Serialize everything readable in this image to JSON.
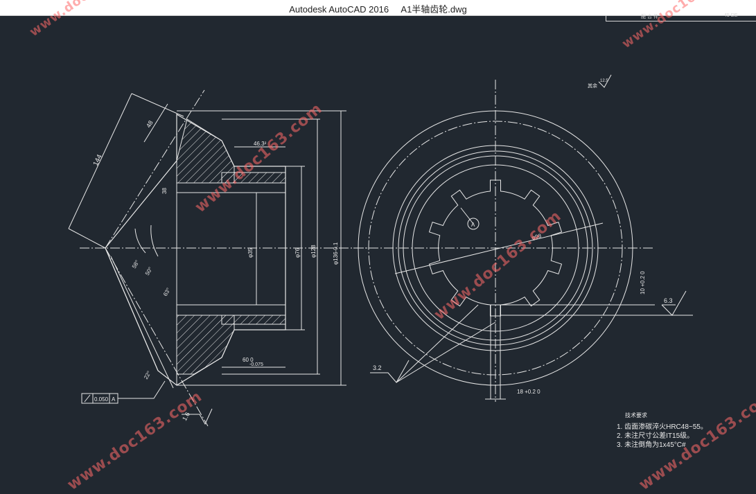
{
  "window": {
    "title": "Autodesk AutoCAD 2016     A1半轴齿轮.dwg"
  },
  "colors": {
    "background": "#212830",
    "lines": "#e8e8e8",
    "watermark": "#ff6a6a"
  },
  "titleblock": {
    "left": "配 合 件",
    "right": "45  DE"
  },
  "watermark": "www.doc163.com",
  "dims": {
    "d144": "144",
    "d48": "48",
    "d46": "46.3²",
    "d38": "38",
    "phi35": "φ35",
    "phi76": "φ76",
    "phi128": "φ128",
    "phi136": "φ136-0.1",
    "a58": "58°",
    "a63": "63°",
    "a50": "50°",
    "d60": "60 0",
    "d60tol": "-0.075",
    "d22": "22°",
    "phi98": "φ98",
    "d10": "10 +0.2 0",
    "d18": "18 +0.2 0",
    "ra63": "6.3",
    "ra32": "3.2",
    "ra16": "1.6",
    "ra_top": "其余",
    "ra_top_val": "12.5",
    "runout_tol": "0.050",
    "runout_datum": "A",
    "sym_A": "A"
  },
  "tech_req": {
    "title": "技术要求",
    "lines": [
      "1. 齿面渗碳淬火HRC48~55。",
      "2. 未注尺寸公差IT15级。",
      "3. 未注倒角为1x45°C#"
    ]
  }
}
